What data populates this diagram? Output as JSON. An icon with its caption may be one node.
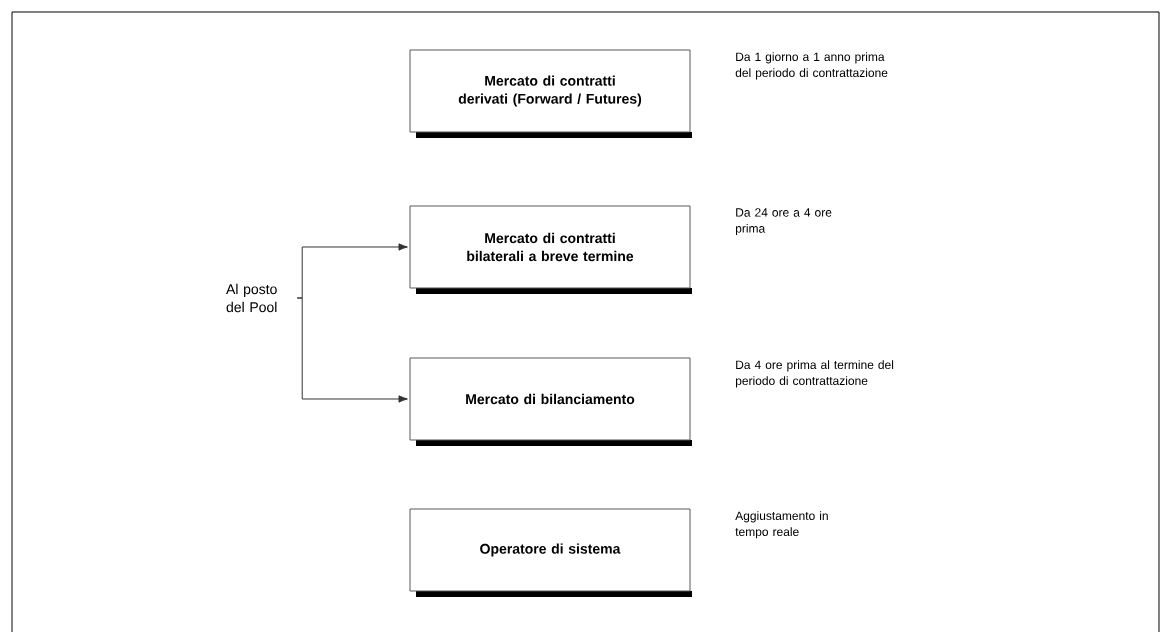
{
  "diagram": {
    "nodes": [
      {
        "text": [
          "Mercato di contratti derivati (Forward / Futures)"
        ],
        "beside": [
          "Da 1 giorno a 1 anno prima del periodo di contrattazione"
        ]
      },
      {
        "text": [
          "Mercato di contratti bilaterali a breve termine"
        ],
        "beside": [
          "Da 24 ore a 4 ore prima"
        ]
      },
      {
        "text": [
          "Al posto del Pool"
        ]
      },
      {
        "text": [
          "Mercato di bilanciamento"
        ],
        "beside": [
          "Da 4 ore prima al termine del periodo di contrattazione"
        ]
      },
      {
        "text": [
          "Operatore di sistema"
        ],
        "beside": [
          "Aggiustamento in tempo reale"
        ]
      }
    ],
    "edges": [
      {
        "from": 2,
        "to": 1,
        "arrow": "to"
      },
      {
        "from": 2,
        "to": 3,
        "arrow": "to"
      }
    ]
  }
}
